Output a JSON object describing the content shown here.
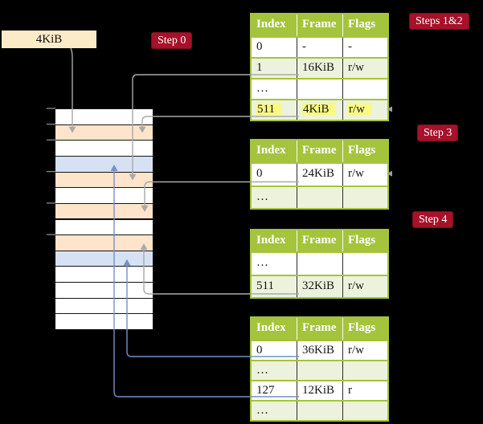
{
  "badges": {
    "step0": "Step 0",
    "steps12": "Steps 1&2",
    "step3": "Step 3",
    "step4": "Step 4"
  },
  "page_size_box": "4KiB",
  "colors": {
    "background": "#000000",
    "table_green": "#a4c43b",
    "row_light_green": "#edf2dc",
    "row_white": "#ffffff",
    "highlight_yellow": "#f9f985",
    "badge_red": "#a5122a",
    "badge_border": "#7d0d1f",
    "box_cream": "#fbecc7",
    "frame_orange": "#fde4ca",
    "frame_blue": "#d6e2f4",
    "line_gray": "#a9a9a9",
    "line_blue": "#7591c5"
  },
  "memory_stack": {
    "frames": [
      {
        "kib": 0,
        "color": "white"
      },
      {
        "kib": 4,
        "color": "orange"
      },
      {
        "kib": 8,
        "color": "white"
      },
      {
        "kib": 12,
        "color": "blue"
      },
      {
        "kib": 16,
        "color": "orange"
      },
      {
        "kib": 20,
        "color": "white"
      },
      {
        "kib": 24,
        "color": "orange"
      },
      {
        "kib": 28,
        "color": "white"
      },
      {
        "kib": 32,
        "color": "orange"
      },
      {
        "kib": 36,
        "color": "blue"
      },
      {
        "kib": 40,
        "color": "white"
      },
      {
        "kib": 44,
        "color": "white"
      },
      {
        "kib": 48,
        "color": "white"
      },
      {
        "kib": 52,
        "color": "white"
      }
    ],
    "tick_kibs": [
      0,
      4,
      8,
      16,
      24,
      32
    ]
  },
  "tables": [
    {
      "name": "page-table-steps-1-2",
      "headers": [
        "Index",
        "Frame",
        "Flags"
      ],
      "rows": [
        {
          "cells": [
            "0",
            "-",
            "-"
          ],
          "highlight": false
        },
        {
          "cells": [
            "1",
            "16KiB",
            "r/w"
          ],
          "highlight": false
        },
        {
          "cells": [
            "…",
            "",
            ""
          ],
          "highlight": false
        },
        {
          "cells": [
            "511",
            "4KiB",
            "r/w"
          ],
          "highlight": true
        }
      ]
    },
    {
      "name": "page-table-step-3",
      "headers": [
        "Index",
        "Frame",
        "Flags"
      ],
      "rows": [
        {
          "cells": [
            "0",
            "24KiB",
            "r/w"
          ],
          "highlight": false
        },
        {
          "cells": [
            "…",
            "",
            ""
          ],
          "highlight": false
        }
      ]
    },
    {
      "name": "page-table-step-4",
      "headers": [
        "Index",
        "Frame",
        "Flags"
      ],
      "rows": [
        {
          "cells": [
            "…",
            "",
            ""
          ],
          "highlight": false
        },
        {
          "cells": [
            "511",
            "32KiB",
            "r/w"
          ],
          "highlight": false
        }
      ]
    },
    {
      "name": "page-table-final",
      "headers": [
        "Index",
        "Frame",
        "Flags"
      ],
      "rows": [
        {
          "cells": [
            "0",
            "36KiB",
            "r/w"
          ],
          "highlight": false
        },
        {
          "cells": [
            "…",
            "",
            ""
          ],
          "highlight": false
        },
        {
          "cells": [
            "127",
            "12KiB",
            "r"
          ],
          "highlight": false
        },
        {
          "cells": [
            "…",
            "",
            ""
          ],
          "highlight": false
        }
      ]
    }
  ],
  "connectors": [
    {
      "name": "pagesize-box-to-frame-4kib",
      "color": "gray",
      "from": "box",
      "to_kib": 4,
      "vx": 90
    },
    {
      "name": "table1-row-1-to-frame-16kib",
      "color": "gray",
      "from": {
        "t": 0,
        "r": 1
      },
      "to_kib": 16,
      "vx": 165
    },
    {
      "name": "table1-row-511-to-frame-4kib",
      "color": "gray",
      "from": {
        "t": 0,
        "r": 3
      },
      "to_kib": 4,
      "vx": 177
    },
    {
      "name": "table2-row-0-to-frame-24kib",
      "color": "gray",
      "from": {
        "t": 1,
        "r": 0
      },
      "to_kib": 24,
      "vx": 180
    },
    {
      "name": "table3-row-511-to-frame-32kib",
      "color": "gray",
      "from": {
        "t": 2,
        "r": 1
      },
      "to_kib": 32,
      "vx": 179
    },
    {
      "name": "table4-row-0-to-frame-36kib",
      "color": "blue",
      "from": {
        "t": 3,
        "r": 0
      },
      "to_kib": 36,
      "vx": 158
    },
    {
      "name": "table4-row-127-to-frame-12kib",
      "color": "blue",
      "from": {
        "t": 3,
        "r": 2
      },
      "to_kib": 12,
      "vx": 142
    }
  ],
  "row_markers": [
    {
      "table": 0,
      "row": 3
    },
    {
      "table": 1,
      "row": 0
    }
  ]
}
